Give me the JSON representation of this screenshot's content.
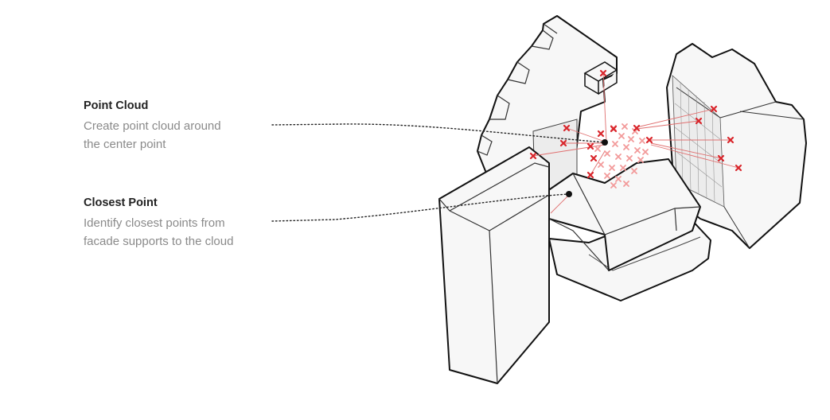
{
  "annotations": {
    "point_cloud": {
      "title": "Point Cloud",
      "description": "Create point cloud around\nthe center point"
    },
    "closest_point": {
      "title": "Closest Point",
      "description": "Identify closest points from\nfacade supports to the cloud"
    }
  },
  "colors": {
    "outline": "#111111",
    "face_light": "#f7f7f7",
    "face_shade": "#ececec",
    "cloud_marker": "#f29a9a",
    "closest_marker": "#d9262c",
    "connector": "#e07070",
    "label_title": "#222222",
    "label_text": "#8a8a8a"
  }
}
